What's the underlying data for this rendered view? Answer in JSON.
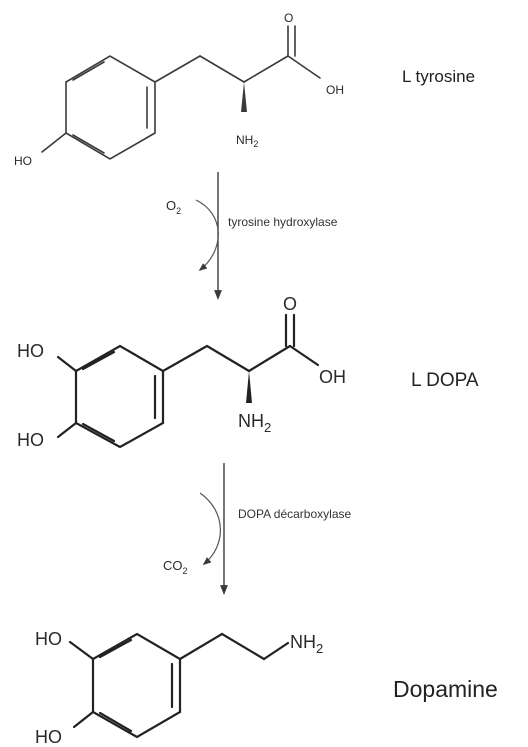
{
  "molecules": {
    "tyrosine": {
      "name": "L tyrosine",
      "atoms": {
        "oxygen_carbonyl": "O",
        "hydroxyl_acid": "OH",
        "amine": "NH",
        "amine_sub": "2",
        "phenol": "HO"
      }
    },
    "dopa": {
      "name": "L DOPA",
      "atoms": {
        "oxygen_carbonyl": "O",
        "hydroxyl_acid": "OH",
        "amine": "NH",
        "amine_sub": "2",
        "hydroxyl_top": "HO",
        "hydroxyl_bottom": "HO"
      }
    },
    "dopamine": {
      "name": "Dopamine",
      "atoms": {
        "amine": "NH",
        "amine_sub": "2",
        "hydroxyl_top": "HO",
        "hydroxyl_bottom": "HO"
      }
    }
  },
  "steps": [
    {
      "enzyme": "tyrosine hydroxylase",
      "cofactor": "O",
      "cofactor_sub": "2"
    },
    {
      "enzyme": "DOPA décarboxylase",
      "cofactor": "CO",
      "cofactor_sub": "2"
    }
  ]
}
